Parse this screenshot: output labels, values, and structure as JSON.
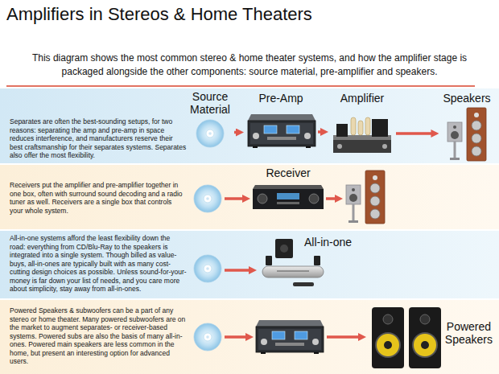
{
  "diagram": {
    "title": "Amplifiers in Stereos & Home Theaters",
    "caption": "This diagram shows the most common stereo & home theater systems, and how the amplifier stage is packaged alongside the other components: source material, pre-amplifier and speakers.",
    "nodes": [
      {
        "text": [
          "Separates are often the best-sounding setups, for two reasons: separating the amp and pre-amp in space reduces interference, and manufacturers reserve their best craftsmanship for their separates systems. Separates also offer the most flexibility."
        ]
      },
      {
        "text": [
          "Source Material"
        ],
        "in": 0
      },
      {
        "text": [
          "Pre-Amp"
        ],
        "in": 0
      },
      {
        "text": [
          "Amplifier"
        ],
        "in": 0
      },
      {
        "text": [
          "Speakers"
        ],
        "in": 0
      },
      {
        "text": [
          "Receivers put the amplifier and pre-amplifier together in one box, often with surround sound decoding and a radio tuner as well. Receivers are a single box that controls your whole system."
        ]
      },
      {
        "text": [
          "Receiver"
        ],
        "in": 5
      },
      {
        "text": [
          "All-in-one systems afford the least flexibility down the road: everything from CD/Blu-Ray to the speakers is integrated into a single system. Though billed as value-buys, all-in-ones are typically built with as many cost-cutting design choices as possible. Unless sound-for-your-money is far down your list of needs, and you care more about simplicity, stay away from all-in-ones."
        ]
      },
      {
        "text": [
          "All-in-one"
        ],
        "in": 7
      },
      {
        "text": [
          "Powered Speakers & subwoofers can be a part of any stereo or home theater. Many powered subwoofers are on the market to augment separates- or receiver-based systems. Powered subs are also the basis of many all-in-ones. Powered main speakers are less common in the home, but present an interesting option for advanced users."
        ]
      },
      {
        "text": [
          "Powered Speakers"
        ],
        "in": 9
      }
    ],
    "edges": [
      {
        "from": 1,
        "to": 2,
        "arrow": "to"
      },
      {
        "from": 2,
        "to": 3,
        "arrow": "to"
      },
      {
        "from": 3,
        "to": 4,
        "arrow": "to"
      }
    ]
  }
}
